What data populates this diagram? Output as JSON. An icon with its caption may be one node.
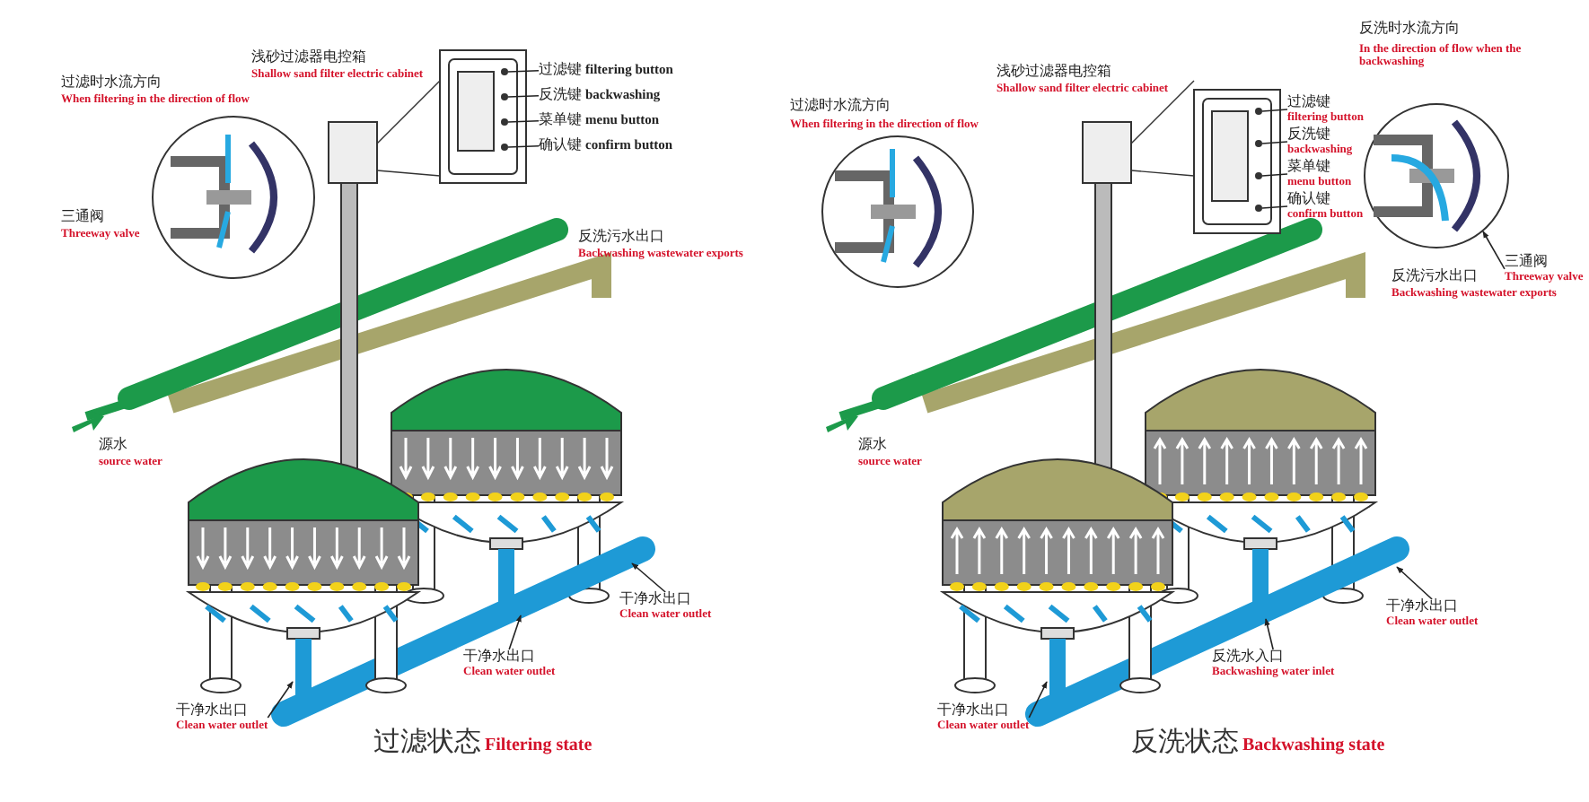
{
  "diagram": {
    "nodes": [
      {
        "text": [
          "过滤键",
          "filtering button"
        ]
      },
      {
        "text": [
          "反洗键",
          "backwashing"
        ]
      },
      {
        "text": [
          "菜单键",
          "menu button"
        ]
      },
      {
        "text": [
          "确认键",
          "confirm button"
        ]
      },
      {
        "text": [
          "干净水出口",
          "Clean water outlet"
        ]
      },
      {
        "text": [
          "干净水出口",
          "Clean water outlet"
        ]
      },
      {
        "text": [
          "干净水出口",
          "Clean water outlet"
        ]
      },
      {
        "text": [
          "过滤键",
          "filtering button"
        ]
      },
      {
        "text": [
          "反洗键",
          "backwashing"
        ]
      },
      {
        "text": [
          "菜单键",
          "menu button"
        ]
      },
      {
        "text": [
          "确认键",
          "confirm button"
        ]
      },
      {
        "text": [
          "三通阀",
          "Threeway valve"
        ]
      },
      {
        "text": [
          "干净水出口",
          "Clean water outlet"
        ]
      },
      {
        "text": [
          "反洗水入口",
          "Backwashing water inlet"
        ]
      },
      {
        "text": [
          "干净水出口",
          "Clean water outlet"
        ]
      },
      {
        "text": [],
        "shape": "picture"
      },
      {
        "text": [],
        "shape": "circle"
      },
      {
        "text": [],
        "shape": "circle"
      },
      {
        "text": [],
        "shape": "circle"
      },
      {
        "text": [],
        "shape": "circle"
      },
      {
        "text": [],
        "shape": "circle"
      },
      {
        "text": [],
        "shape": "circle"
      },
      {
        "text": [],
        "shape": "circle"
      },
      {
        "text": [],
        "shape": "circle"
      }
    ],
    "edges": [
      {
        "from": 0,
        "to": 16,
        "arrow": "none"
      },
      {
        "from": 1,
        "to": 17,
        "arrow": "none"
      },
      {
        "from": 2,
        "to": 18,
        "arrow": "none"
      },
      {
        "from": 3,
        "to": 19,
        "arrow": "none"
      },
      {
        "from": 4,
        "to": null,
        "arrow": "to"
      },
      {
        "from": 5,
        "to": null,
        "arrow": "to"
      },
      {
        "from": 6,
        "to": null,
        "arrow": "to"
      },
      {
        "from": 7,
        "to": 20,
        "arrow": "none"
      },
      {
        "from": 8,
        "to": 21,
        "arrow": "none"
      },
      {
        "from": 9,
        "to": 22,
        "arrow": "none"
      },
      {
        "from": 10,
        "to": 23,
        "arrow": "none"
      },
      {
        "from": 11,
        "to": 15,
        "arrow": "to"
      },
      {
        "from": 12,
        "to": null,
        "arrow": "to"
      },
      {
        "from": 13,
        "to": null,
        "arrow": "to"
      },
      {
        "from": 14,
        "to": null,
        "arrow": "to"
      }
    ],
    "labels": [
      "过滤时水流方向",
      "When filtering in the direction of flow",
      "浅砂过滤器电控箱",
      "Shallow sand filter electric cabinet",
      "三通阀",
      "Threeway valve",
      "反洗污水出口",
      "Backwashing wastewater exports",
      "源水",
      "source water",
      "过滤状态",
      "Filtering state",
      "反洗时水流方向",
      "In the direction of flow when the backwashing",
      "过滤时水流方向",
      "When filtering in the direction of flow",
      "浅砂过滤器电控箱",
      "Shallow sand filter electric cabinet",
      "反洗污水出口",
      "Backwashing wastewater exports",
      "源水",
      "source water",
      "反洗状态",
      "Backwashing state"
    ]
  }
}
